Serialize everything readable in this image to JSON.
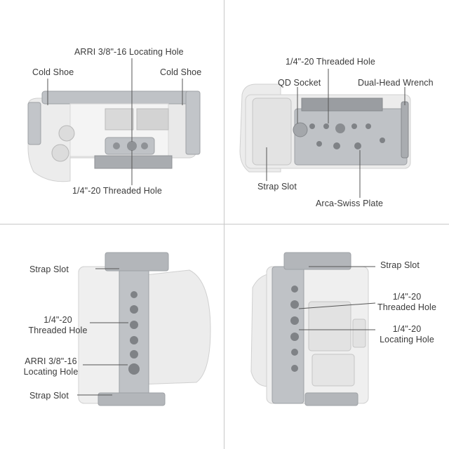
{
  "colors": {
    "background": "#ffffff",
    "divider": "#c8c8c8",
    "cage_silver": "#b9bcc0",
    "camera_white": "#eeeeee",
    "label_text": "#3a3a3a",
    "leader_line": "#555555"
  },
  "panels": {
    "top_left": {
      "labels": {
        "arri_top": "ARRI 3/8\"-16 Locating Hole",
        "cold_shoe_left": "Cold Shoe",
        "cold_shoe_right": "Cold Shoe",
        "threaded_hole_bottom": "1/4\"-20 Threaded Hole"
      }
    },
    "top_right": {
      "labels": {
        "threaded_hole_top": "1/4\"-20 Threaded Hole",
        "qd_socket": "QD Socket",
        "dual_head_wrench": "Dual-Head Wrench",
        "strap_slot": "Strap Slot",
        "arca_swiss": "Arca-Swiss Plate"
      }
    },
    "bottom_left": {
      "labels": {
        "strap_slot_top": "Strap Slot",
        "threaded_hole_line1": "1/4\"-20",
        "threaded_hole_line2": "Threaded Hole",
        "arri_line1": "ARRI 3/8\"-16",
        "arri_line2": "Locating Hole",
        "strap_slot_bottom": "Strap Slot"
      }
    },
    "bottom_right": {
      "labels": {
        "strap_slot": "Strap Slot",
        "threaded_hole_line1": "1/4\"-20",
        "threaded_hole_line2": "Threaded Hole",
        "locating_hole_line1": "1/4\"-20",
        "locating_hole_line2": "Locating Hole"
      }
    }
  }
}
